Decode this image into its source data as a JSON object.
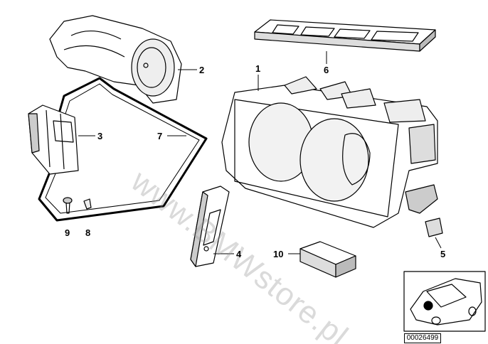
{
  "diagram": {
    "callouts": [
      "1",
      "2",
      "3",
      "4",
      "5",
      "6",
      "7",
      "8",
      "9",
      "10"
    ],
    "watermark": "www.BMWstore.pl",
    "image_code": "00026499"
  }
}
